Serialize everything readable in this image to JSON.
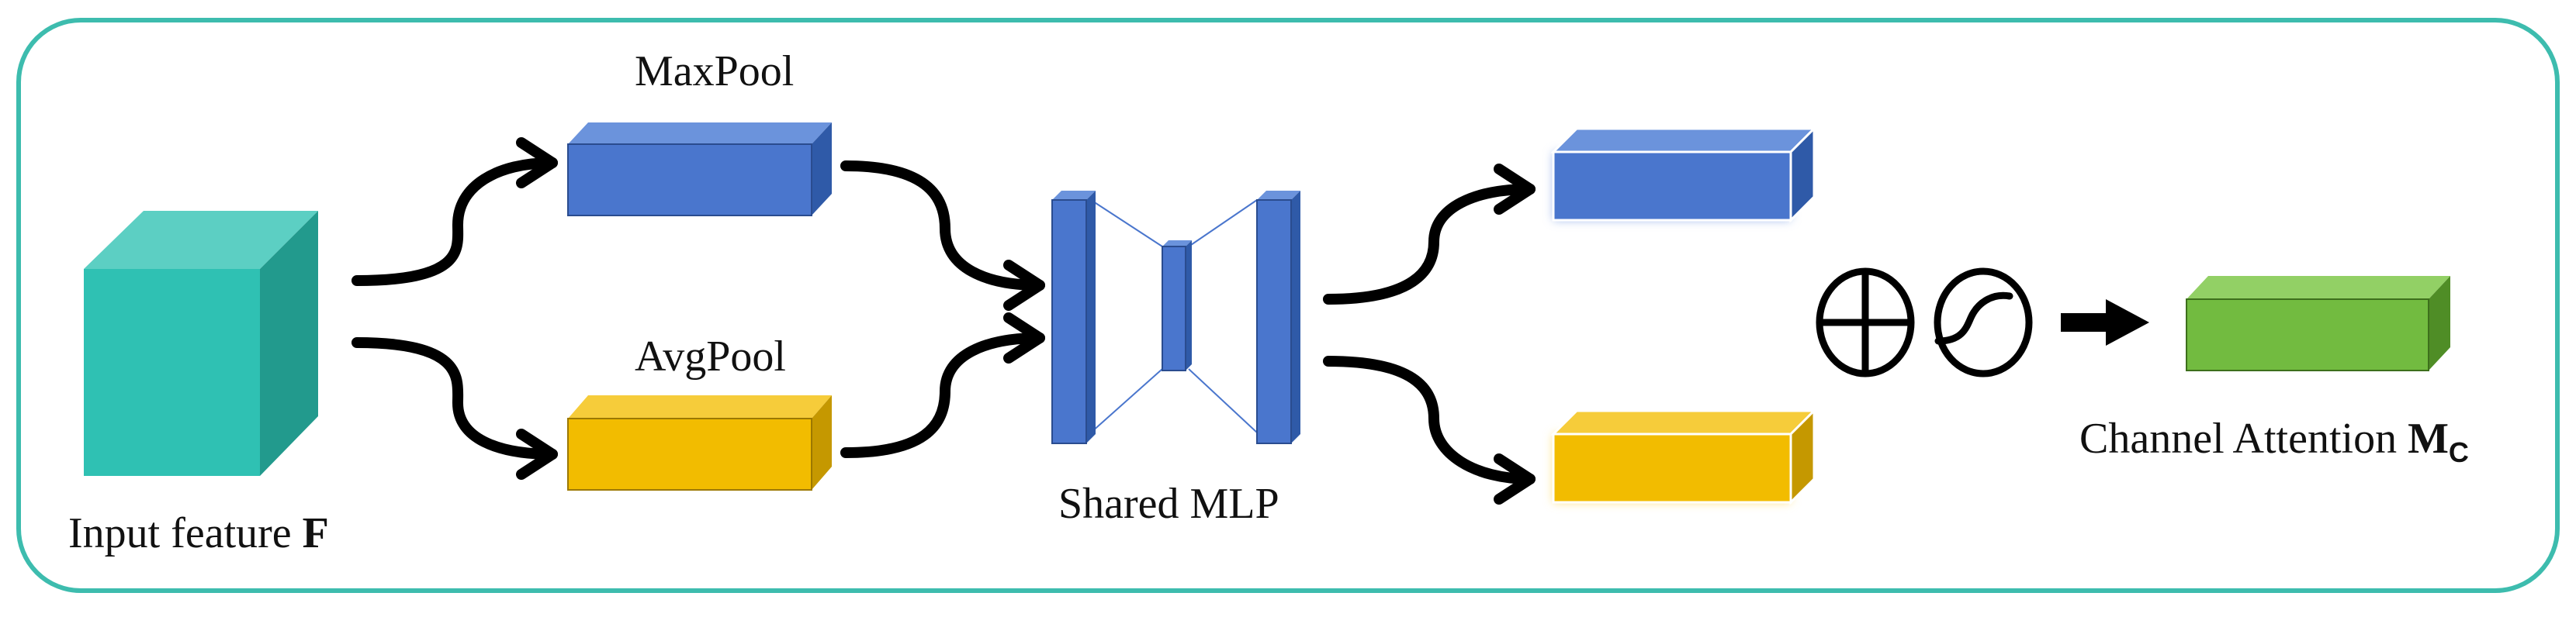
{
  "labels": {
    "input_feature": "Input feature",
    "input_symbol": "F",
    "maxpool": "MaxPool",
    "avgpool": "AvgPool",
    "shared_mlp": "Shared MLP",
    "channel_attention": "Channel Attention",
    "attention_symbol": "M",
    "attention_subscript": "C"
  },
  "colors": {
    "frame": "#3dbcae",
    "cube_front": "#2fc1b3",
    "cube_top": "#5ccfc3",
    "cube_side": "#229a8d",
    "blue_front": "#4a76cd",
    "blue_top": "#6b93dc",
    "blue_side": "#2f5aa8",
    "yellow_front": "#f2bc00",
    "yellow_top": "#f6cc3a",
    "yellow_side": "#c59800",
    "green_front": "#72bb40",
    "green_top": "#92d065",
    "green_side": "#4f8d26",
    "arrow": "#000000",
    "mlp_link": "#4a76cd"
  },
  "icons": {
    "sum": "circle-plus-icon",
    "sigmoid": "sigmoid-icon",
    "output_arrow": "right-arrow-icon"
  }
}
